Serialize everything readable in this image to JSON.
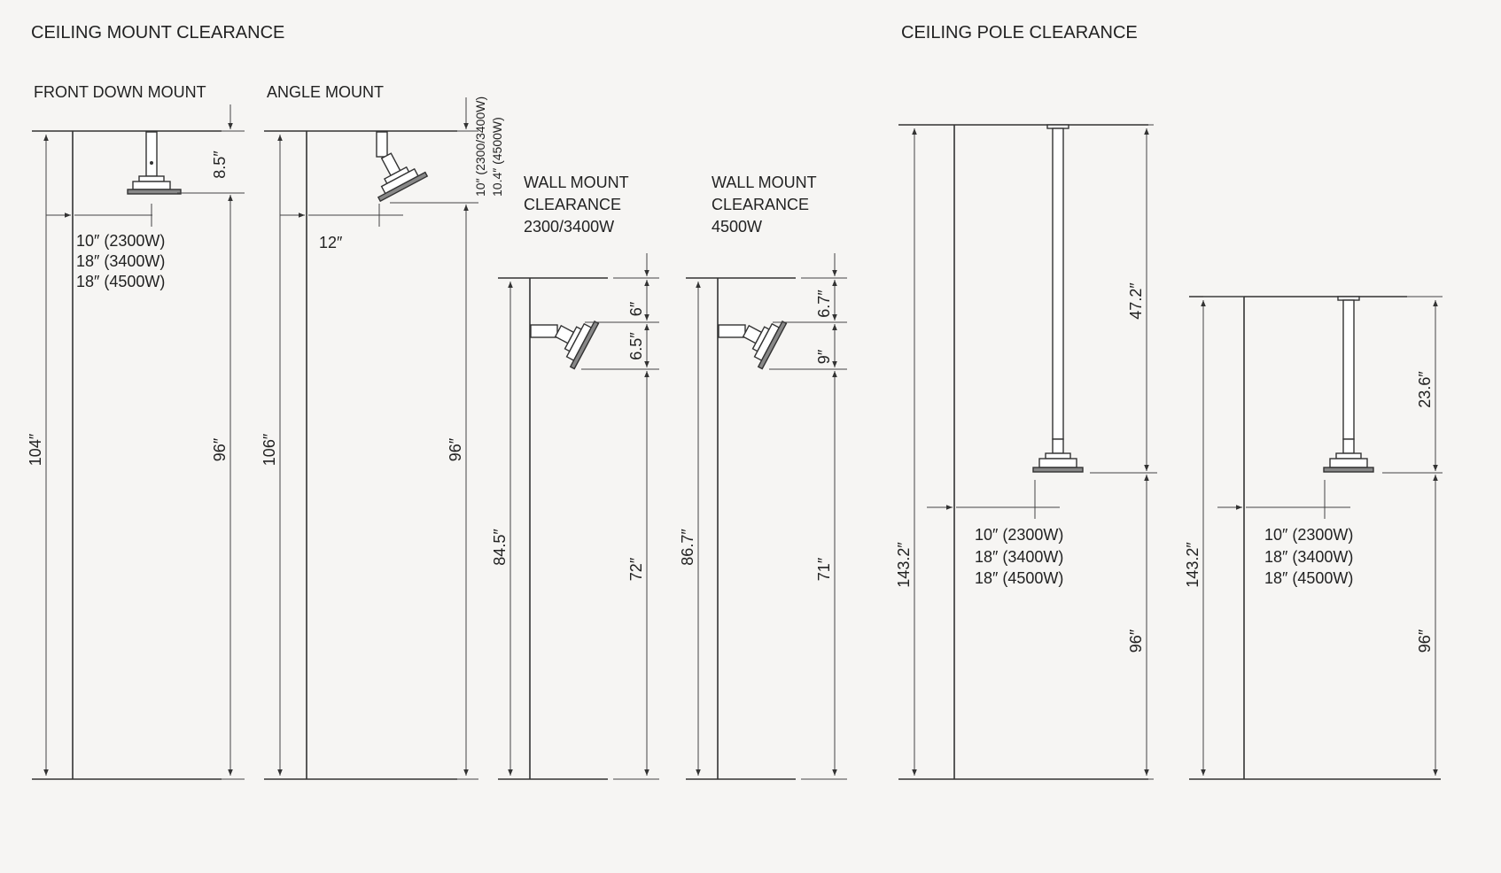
{
  "titles": {
    "ceiling_mount": "CEILING MOUNT CLEARANCE",
    "ceiling_pole": "CEILING POLE CLEARANCE"
  },
  "front_down": {
    "title": "FRONT DOWN MOUNT",
    "overall": "104″",
    "top": "8.5″",
    "floor": "96″",
    "side": [
      "10″ (2300W)",
      "18″ (3400W)",
      "18″ (4500W)"
    ]
  },
  "angle": {
    "title": "ANGLE MOUNT",
    "overall": "106″",
    "top_a": "10″ (2300/3400W)",
    "top_b": "10.4″ (4500W)",
    "floor": "96″",
    "side": "12″"
  },
  "wall_2300": {
    "title": [
      "WALL MOUNT",
      "CLEARANCE",
      "2300/3400W"
    ],
    "overall": "84.5″",
    "top": "6″",
    "heater": "6.5″",
    "floor": "72″"
  },
  "wall_4500": {
    "title": [
      "WALL MOUNT",
      "CLEARANCE",
      "4500W"
    ],
    "overall": "86.7″",
    "top": "6.7″",
    "heater": "9″",
    "floor": "71″"
  },
  "pole_long": {
    "overall": "143.2″",
    "pole": "47.2″",
    "floor": "96″",
    "side": [
      "10″ (2300W)",
      "18″ (3400W)",
      "18″ (4500W)"
    ]
  },
  "pole_short": {
    "overall": "143.2″",
    "pole": "23.6″",
    "floor": "96″",
    "side": [
      "10″ (2300W)",
      "18″ (3400W)",
      "18″ (4500W)"
    ]
  }
}
